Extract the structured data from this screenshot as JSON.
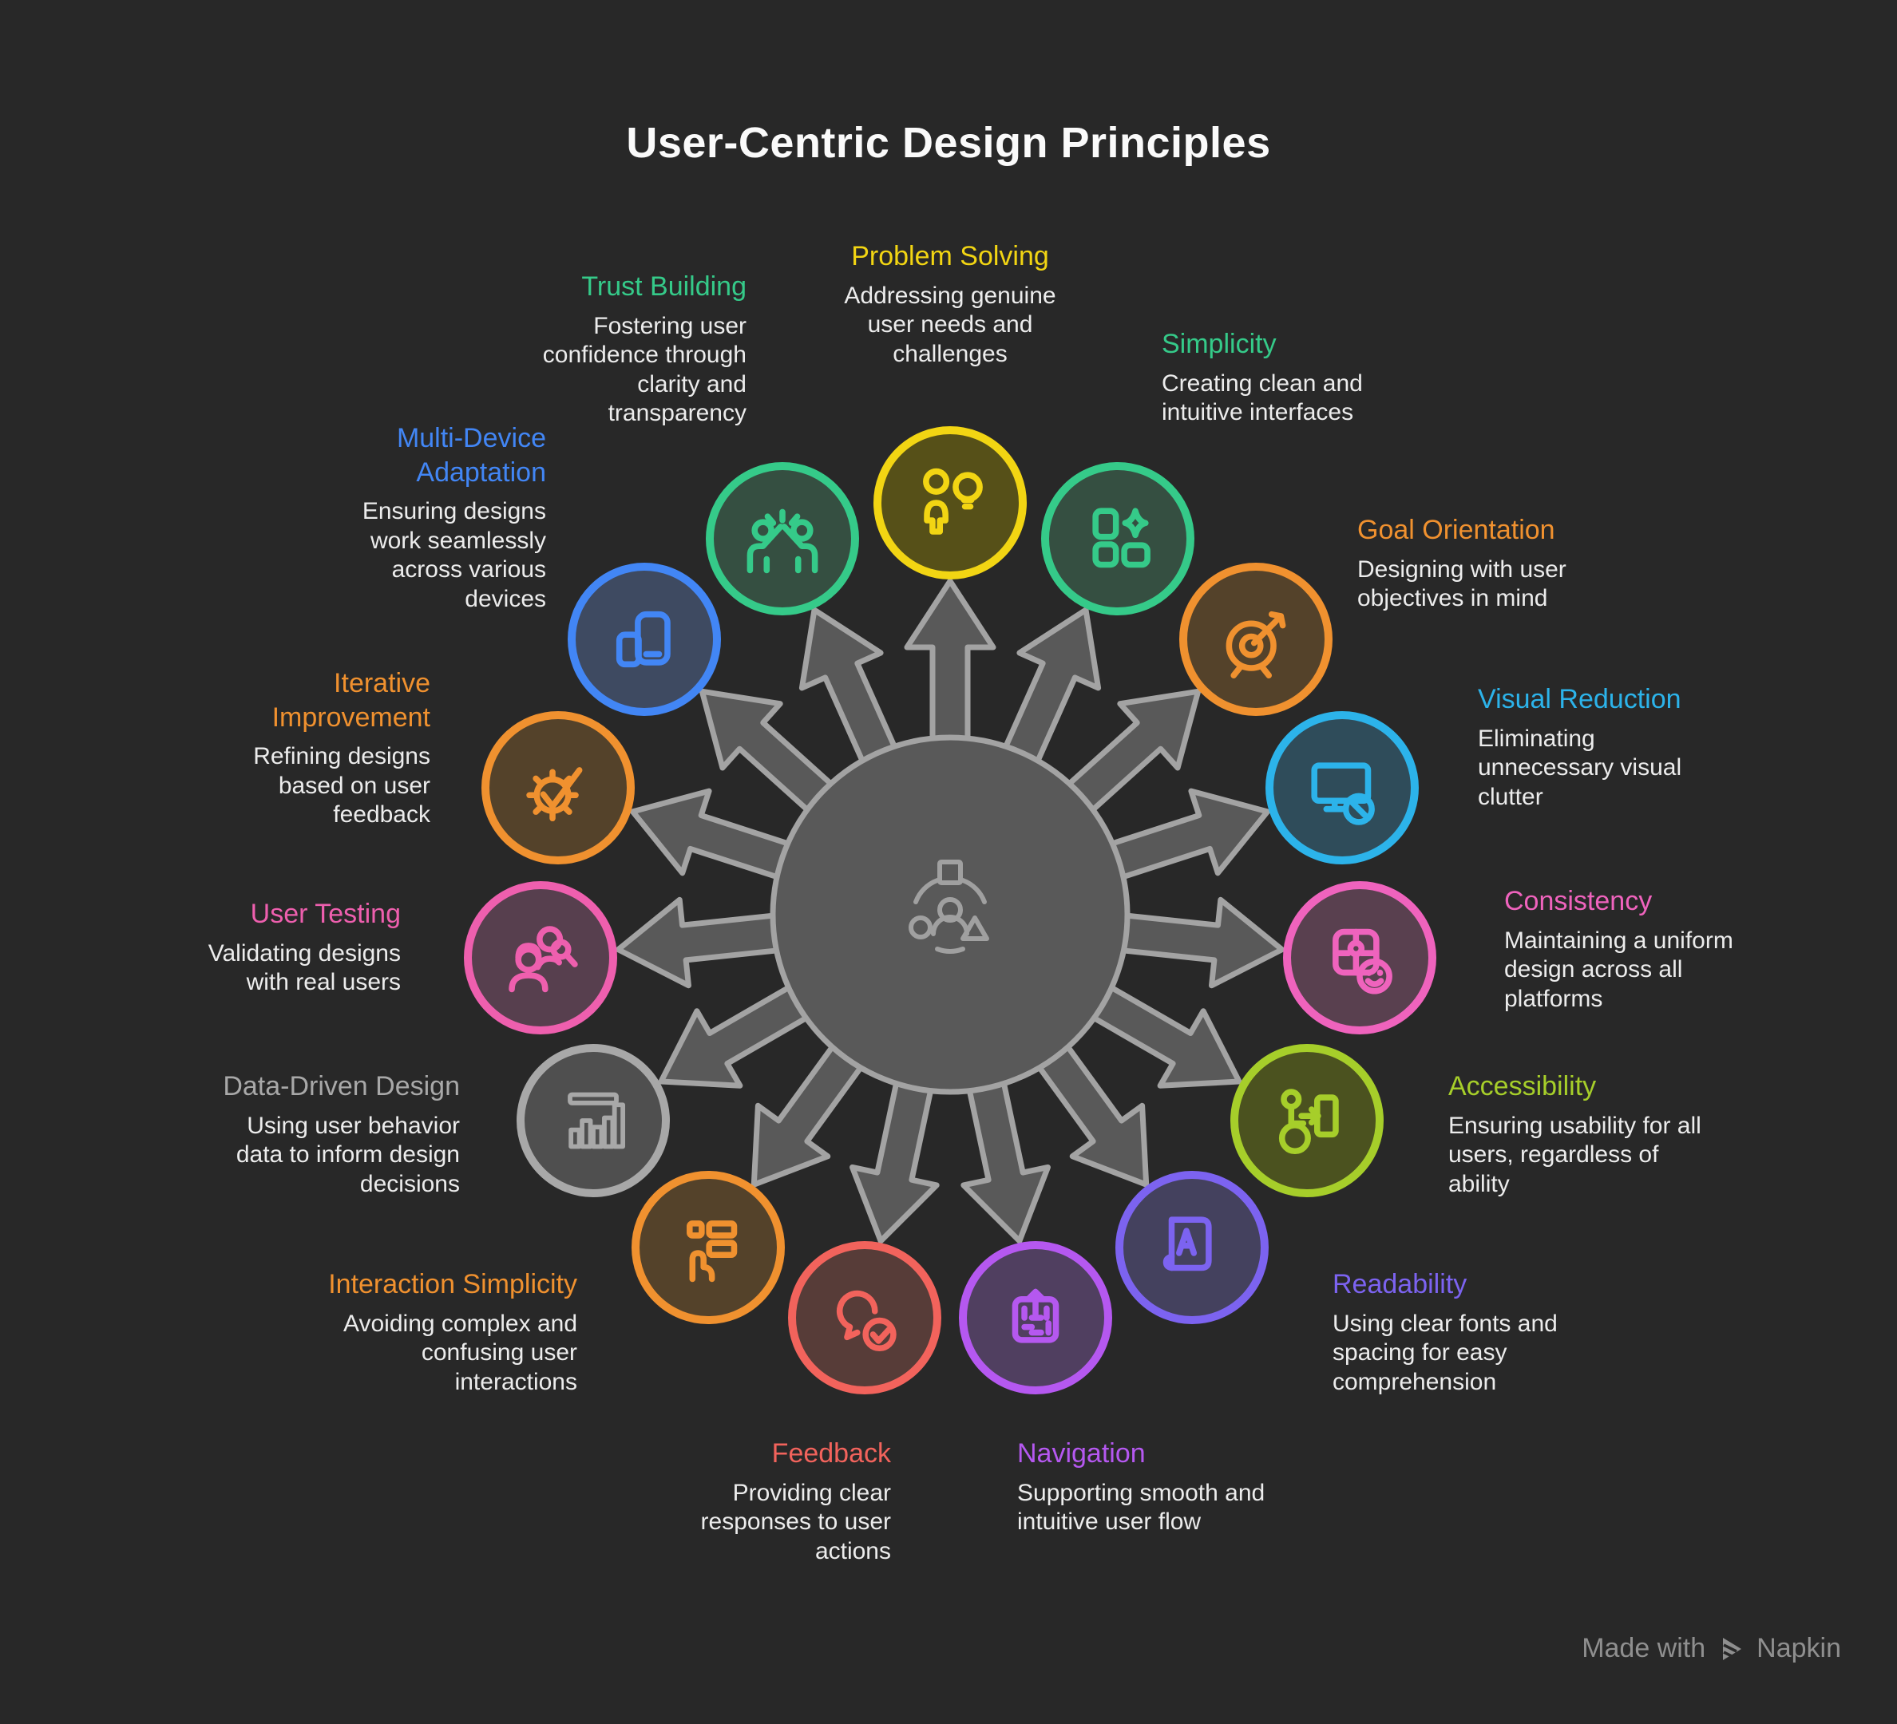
{
  "title": "User-Centric Design Principles",
  "background_color": "#282828",
  "title_color": "#fafafa",
  "body_text_color": "#ececec",
  "hub": {
    "fill": "#595959",
    "stroke": "#a3a3a3",
    "icon": "user-centered-shapes",
    "arrow_count": 15
  },
  "watermark": {
    "prefix": "Made with",
    "brand": "Napkin",
    "color": "#8f8f8f",
    "icon": "napkin-logo"
  },
  "principles": [
    {
      "id": "problem-solving",
      "title": "Problem Solving",
      "description": "Addressing genuine user needs and challenges",
      "color": "#f2d513",
      "fill": "#565018",
      "icon": "person-lightbulb-icon"
    },
    {
      "id": "simplicity",
      "title": "Simplicity",
      "description": "Creating clean and intuitive interfaces",
      "color": "#35ca89",
      "fill": "#354f41",
      "icon": "tiles-sparkle-icon"
    },
    {
      "id": "goal-orientation",
      "title": "Goal Orientation",
      "description": "Designing with user objectives in mind",
      "color": "#f0912f",
      "fill": "#54422a",
      "icon": "target-dart-icon"
    },
    {
      "id": "visual-reduction",
      "title": "Visual Reduction",
      "description": "Eliminating unnecessary visual clutter",
      "color": "#2cb3ea",
      "fill": "#2f4c5a",
      "icon": "monitor-block-icon"
    },
    {
      "id": "consistency",
      "title": "Consistency",
      "description": "Maintaining a uniform design across all platforms",
      "color": "#ef63bd",
      "fill": "#59404f",
      "icon": "puzzle-smiley-icon"
    },
    {
      "id": "accessibility",
      "title": "Accessibility",
      "description": "Ensuring usability for all users, regardless of ability",
      "color": "#a6ce2a",
      "fill": "#4b521f",
      "icon": "wheelchair-door-icon"
    },
    {
      "id": "readability",
      "title": "Readability",
      "description": "Using clear fonts and spacing for easy comprehension",
      "color": "#7c63f0",
      "fill": "#44415e",
      "icon": "book-a-icon"
    },
    {
      "id": "navigation",
      "title": "Navigation",
      "description": "Supporting smooth and intuitive user flow",
      "color": "#b558f0",
      "fill": "#503f60",
      "icon": "maze-arrow-icon"
    },
    {
      "id": "feedback",
      "title": "Feedback",
      "description": "Providing clear responses to user actions",
      "color": "#f2635c",
      "fill": "#573c38",
      "icon": "chat-check-icon"
    },
    {
      "id": "interaction-simplicity",
      "title": "Interaction Simplicity",
      "description": "Avoiding complex and confusing user interactions",
      "color": "#f0912f",
      "fill": "#54422a",
      "icon": "tap-list-icon"
    },
    {
      "id": "data-driven-design",
      "title": "Data-Driven Design",
      "description": "Using user behavior data to inform design decisions",
      "color": "#a8a8a8",
      "fill": "#4f4f4f",
      "icon": "bar-chart-icon"
    },
    {
      "id": "user-testing",
      "title": "User Testing",
      "description": "Validating designs with real users",
      "color": "#ee5fae",
      "fill": "#573f4e",
      "icon": "people-magnifier-icon"
    },
    {
      "id": "iterative-improvement",
      "title": "Iterative Improvement",
      "description": "Refining designs based on user feedback",
      "color": "#f0912f",
      "fill": "#54422a",
      "icon": "gear-check-icon"
    },
    {
      "id": "multi-device-adaptation",
      "title": "Multi-Device Adaptation",
      "description": "Ensuring designs work seamlessly across various devices",
      "color": "#4286f5",
      "fill": "#3e4a61",
      "icon": "phone-tablet-icon"
    },
    {
      "id": "trust-building",
      "title": "Trust Building",
      "description": "Fostering user confidence through clarity and transparency",
      "color": "#35ca89",
      "fill": "#354f41",
      "icon": "high-five-icon"
    }
  ]
}
